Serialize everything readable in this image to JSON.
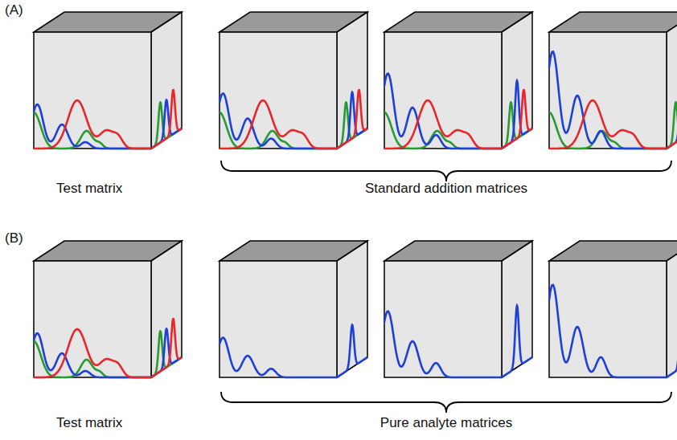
{
  "diagram": {
    "labels": [
      "(A)",
      "Test matrix",
      "Standard addition matrices",
      "(B)",
      "Test matrix",
      "Pure analyte matrices"
    ]
  }
}
